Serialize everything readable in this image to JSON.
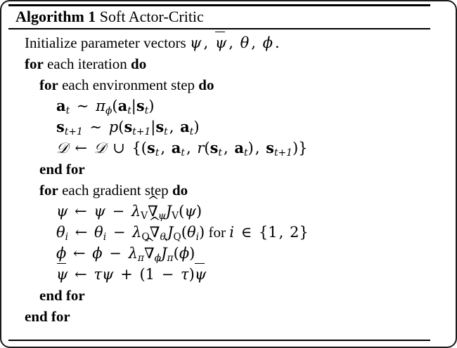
{
  "document": {
    "kind": "algorithm-pseudocode-block",
    "header": {
      "label": "Algorithm 1",
      "name": "Soft Actor-Critic"
    },
    "rules": {
      "top": "thick-horizontal-rule",
      "middle": "thin-horizontal-rule",
      "bottom": "thin-horizontal-rule"
    },
    "lines": [
      {
        "id": "line-initialize",
        "indent": 0,
        "text": "Initialize parameter vectors ψ, ψ̄, θ, φ."
      },
      {
        "id": "line-for-iteration",
        "indent": 0,
        "text": "for each iteration do"
      },
      {
        "id": "line-for-env-step",
        "indent": 1,
        "text": "for each environment step do"
      },
      {
        "id": "line-sample-action",
        "indent": 2,
        "text": "a_t ~ π_φ(a_t|s_t)"
      },
      {
        "id": "line-sample-next-state",
        "indent": 2,
        "text": "s_{t+1} ~ p(s_{t+1}|s_t, a_t)"
      },
      {
        "id": "line-append-buffer",
        "indent": 2,
        "text": "D ← D ∪ {(s_t, a_t, r(s_t, a_t), s_{t+1})}"
      },
      {
        "id": "line-end-for-env",
        "indent": 1,
        "text": "end for"
      },
      {
        "id": "line-for-grad-step",
        "indent": 1,
        "text": "for each gradient step do"
      },
      {
        "id": "line-update-psi",
        "indent": 2,
        "text": "ψ ← ψ − λ_V ∇̂_ψ J_V(ψ)"
      },
      {
        "id": "line-update-theta",
        "indent": 2,
        "text": "θ_i ← θ_i − λ_Q ∇̂_{θ_i} J_Q(θ_i) for i ∈ {1, 2}"
      },
      {
        "id": "line-update-phi",
        "indent": 2,
        "text": "φ ← φ − λ_π ∇̂_φ J_π(φ)"
      },
      {
        "id": "line-update-psi-bar",
        "indent": 2,
        "text": "ψ̄ ← τψ + (1 − τ)ψ̄"
      },
      {
        "id": "line-end-for-grad",
        "indent": 1,
        "text": "end for"
      },
      {
        "id": "line-end-for-iteration",
        "indent": 0,
        "text": "end for"
      }
    ],
    "keywords": {
      "for": "for",
      "do": "do",
      "end_for": "end for",
      "each": "each",
      "iteration": "iteration",
      "environment_step": "environment step",
      "gradient_step": "gradient step",
      "initialize_prefix": "Initialize parameter vectors",
      "for_inline": "for"
    },
    "symbols": {
      "psi": "ψ",
      "psi_bar": "ψ̄",
      "theta": "θ",
      "phi": "φ",
      "pi": "π",
      "lambda": "λ",
      "tau": "τ",
      "nabla_hat": "∇̂",
      "script_D": "D",
      "sim": "∼",
      "gets": "←",
      "cup": "∪",
      "in": "∈",
      "minus": "−",
      "plus": "+",
      "mid": "|",
      "comma": ",",
      "period": ".",
      "index_t": "t",
      "index_t_plus_1": "t+1",
      "index_i": "i",
      "subscript_V": "V",
      "subscript_Q": "Q",
      "J": "J",
      "p": "p",
      "r": "r",
      "a_bold": "a",
      "s_bold": "s",
      "one": "1",
      "two": "2"
    },
    "colors": {
      "text": "#000000",
      "background": "#ffffff",
      "rule": "#000000",
      "frame": "#1a1a1a"
    }
  }
}
